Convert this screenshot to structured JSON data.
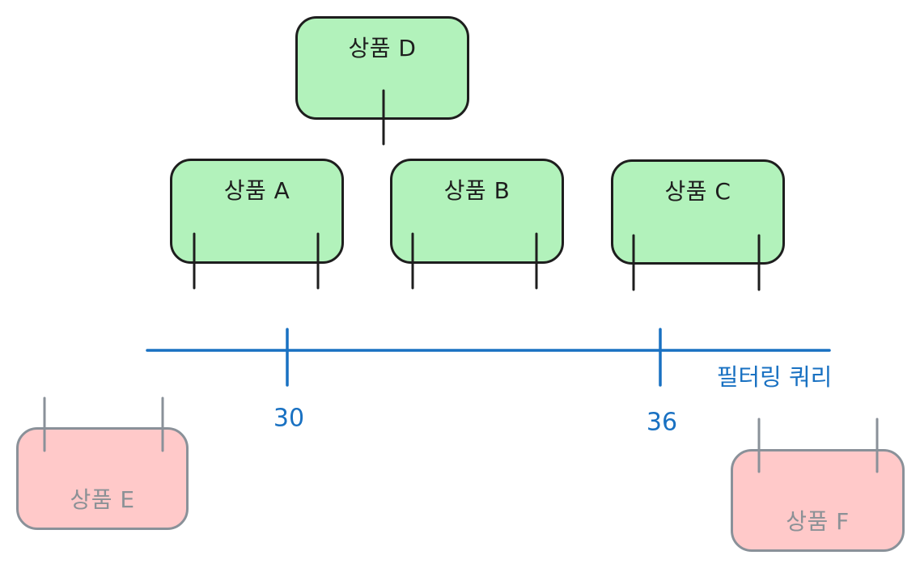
{
  "diagram": {
    "nodes": {
      "d": {
        "label": "상품 D",
        "group": "included"
      },
      "a": {
        "label": "상품 A",
        "group": "included"
      },
      "b": {
        "label": "상품 B",
        "group": "included"
      },
      "c": {
        "label": "상품 C",
        "group": "included"
      },
      "e": {
        "label": "상품 E",
        "group": "excluded"
      },
      "f": {
        "label": "상품 F",
        "group": "excluded"
      }
    },
    "axis": {
      "label": "필터링 쿼리",
      "ticks": [
        {
          "value": "30"
        },
        {
          "value": "36"
        }
      ]
    },
    "colors": {
      "included_fill": "#b2f2bb",
      "included_stroke": "#1e1e1e",
      "excluded_fill": "#ffc9c9",
      "excluded_stroke": "#8a9199",
      "excluded_text": "#8b9196",
      "axis_blue": "#1971c2",
      "background": "#ffffff"
    }
  }
}
